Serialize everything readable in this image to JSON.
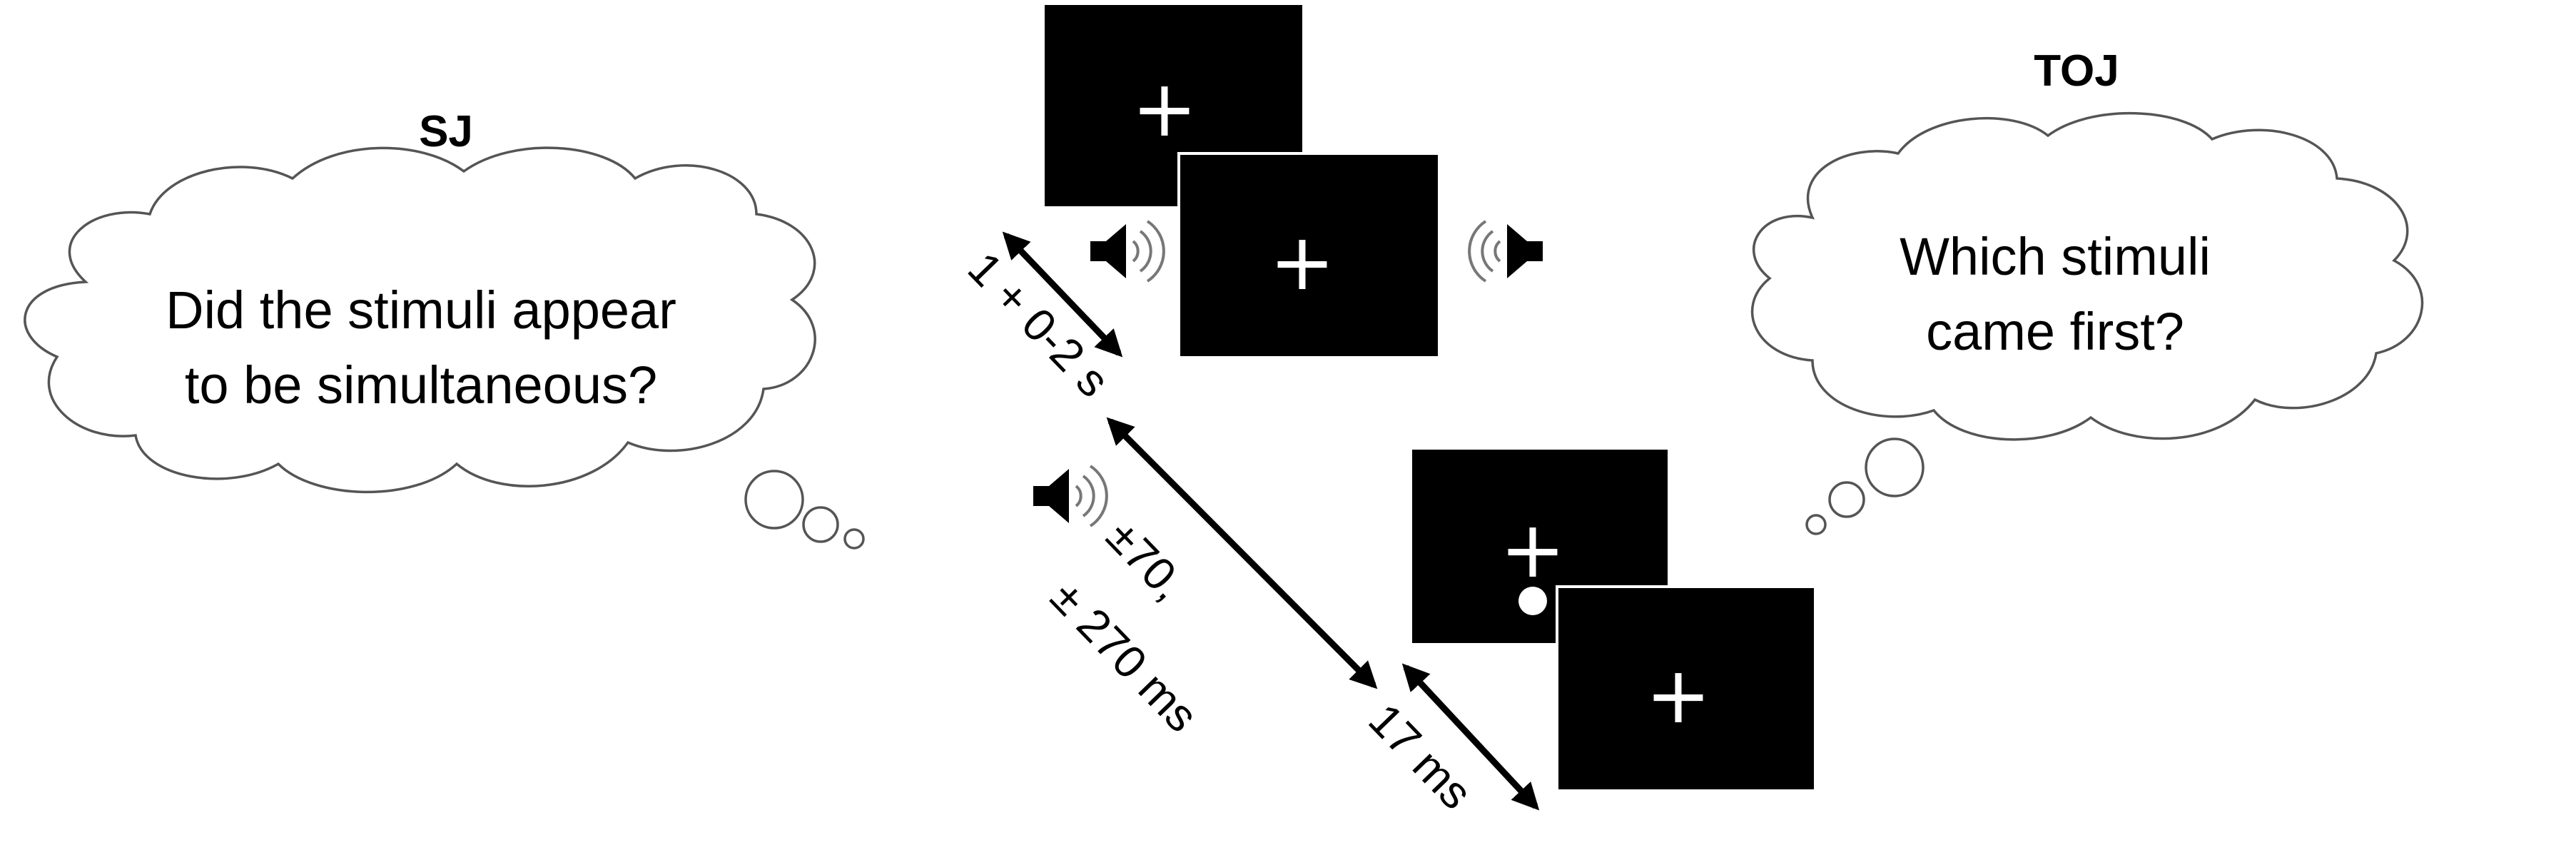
{
  "sj": {
    "heading": "SJ",
    "question_line1": "Did the stimuli appear",
    "question_line2": "to be simultaneous?"
  },
  "toj": {
    "heading": "TOJ",
    "question_line1": "Which stimuli",
    "question_line2": "came first?"
  },
  "screens": {
    "fixation": "+"
  },
  "timing": {
    "interval": "1 + 0-2 s",
    "soa_line1": "±70,",
    "soa_line2": "± 270 ms",
    "flash_duration": "17 ms"
  },
  "colors": {
    "screen": "#000000",
    "cloud_outline": "#555555",
    "arrow": "#000000"
  },
  "icons": [
    "speaker-icon",
    "sound-wave-icon",
    "thought-bubble-icon",
    "flash-dot-icon"
  ]
}
